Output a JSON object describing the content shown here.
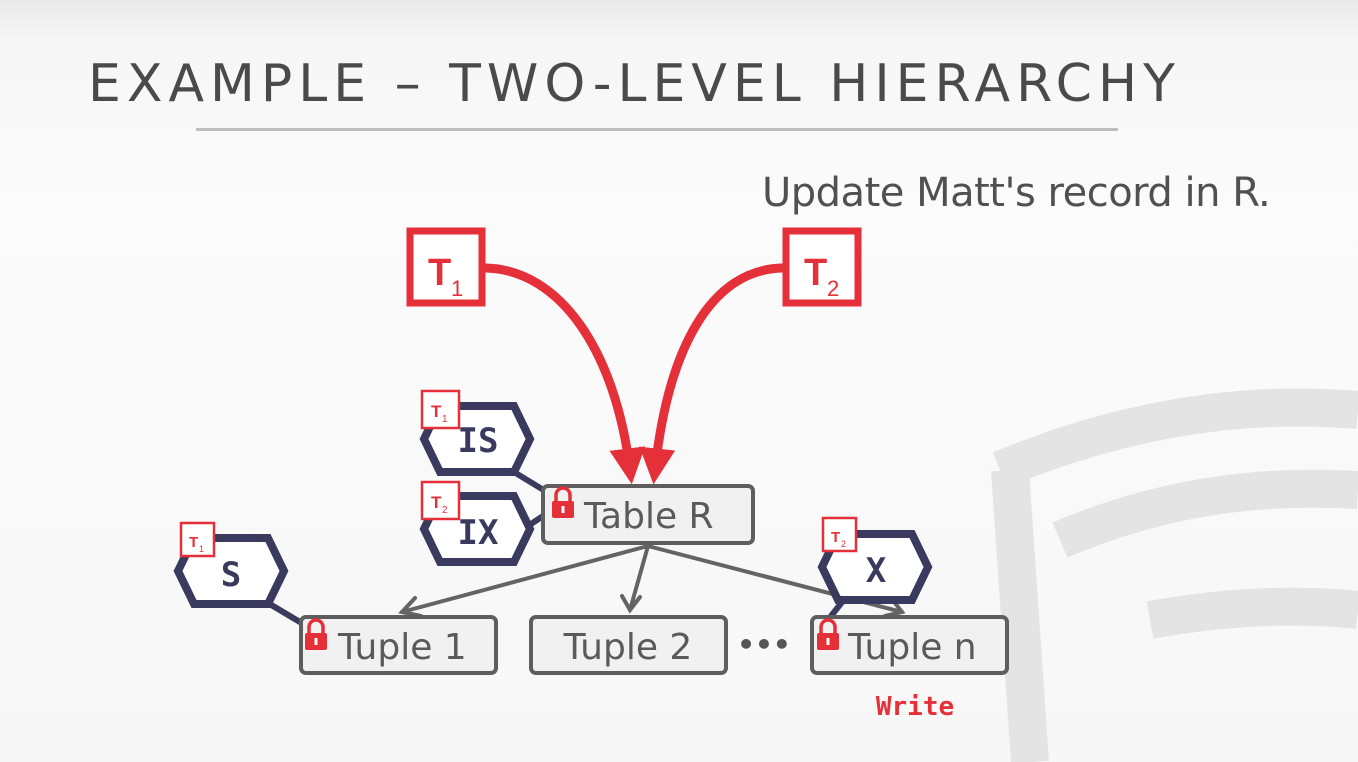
{
  "slide": {
    "title": "EXAMPLE – TWO-LEVEL HIERARCHY",
    "subtitle": "Update Matt's record in R."
  },
  "transactions": {
    "t1": {
      "letter": "T",
      "sub": "1"
    },
    "t2": {
      "letter": "T",
      "sub": "2"
    }
  },
  "nodes": {
    "table": "Table R",
    "tuple1": "Tuple 1",
    "tuple2": "Tuple 2",
    "ellipsis": "•••",
    "tuplen": "Tuple n"
  },
  "locks": {
    "is": {
      "mode": "IS",
      "holder_letter": "T",
      "holder_sub": "1"
    },
    "ix": {
      "mode": "IX",
      "holder_letter": "T",
      "holder_sub": "2"
    },
    "s": {
      "mode": "S",
      "holder_letter": "T",
      "holder_sub": "1"
    },
    "x": {
      "mode": "X",
      "holder_letter": "T",
      "holder_sub": "2"
    }
  },
  "annotation": {
    "write": "Write"
  },
  "colors": {
    "accent_red": "#e5303a",
    "lock_navy": "#3a3a5e",
    "node_gray": "#5e5e5e"
  }
}
